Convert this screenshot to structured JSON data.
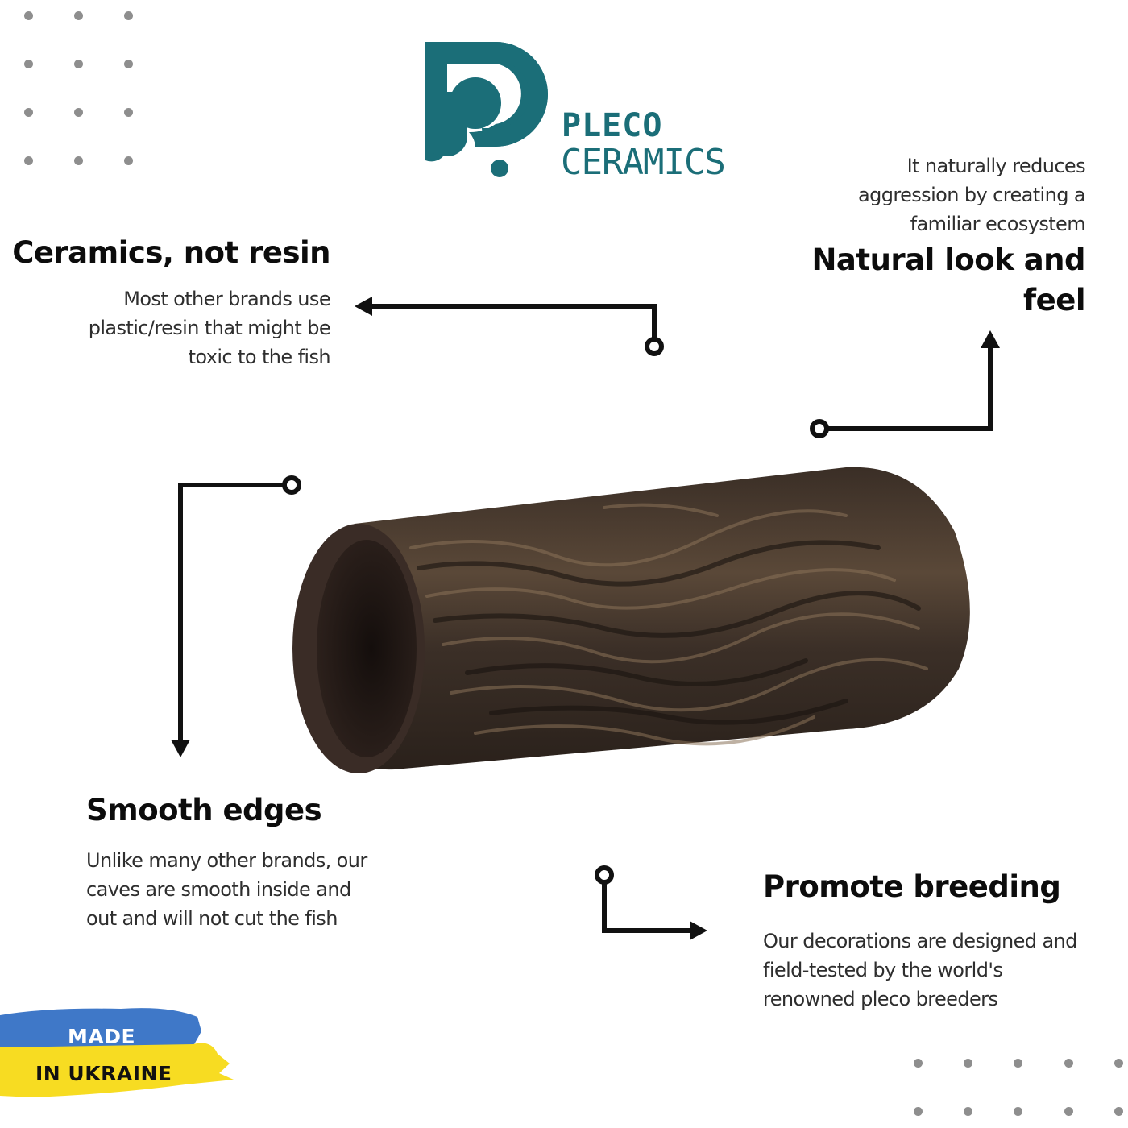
{
  "brand": {
    "line1": "PLECO",
    "line2": "CERAMICS",
    "color": "#1b6e78"
  },
  "features": [
    {
      "title": "Ceramics, not resin",
      "lines": [
        "Most other brands use",
        "plastic/resin that might be",
        "toxic to the fish"
      ]
    },
    {
      "title_lines": [
        "Natural look and",
        "feel"
      ],
      "lines": [
        "It naturally reduces",
        "aggression by creating a",
        "familiar ecosystem"
      ]
    },
    {
      "title": "Smooth edges",
      "lines": [
        "Unlike many other brands, our",
        "caves are smooth inside and",
        "out and will not cut the fish"
      ]
    },
    {
      "title": "Promote breeding",
      "lines": [
        "Our decorations are designed and",
        "field-tested by the world's",
        "renowned  pleco breeders"
      ]
    }
  ],
  "badge": {
    "line1": "MADE",
    "line2": "IN UKRAINE",
    "blue": "#3f78c8",
    "yellow": "#f7dc22"
  },
  "product": {
    "name": "ceramic-log-cave",
    "colors": {
      "dark": "#2b211c",
      "mid": "#4a3a30",
      "light": "#8a7258"
    }
  }
}
